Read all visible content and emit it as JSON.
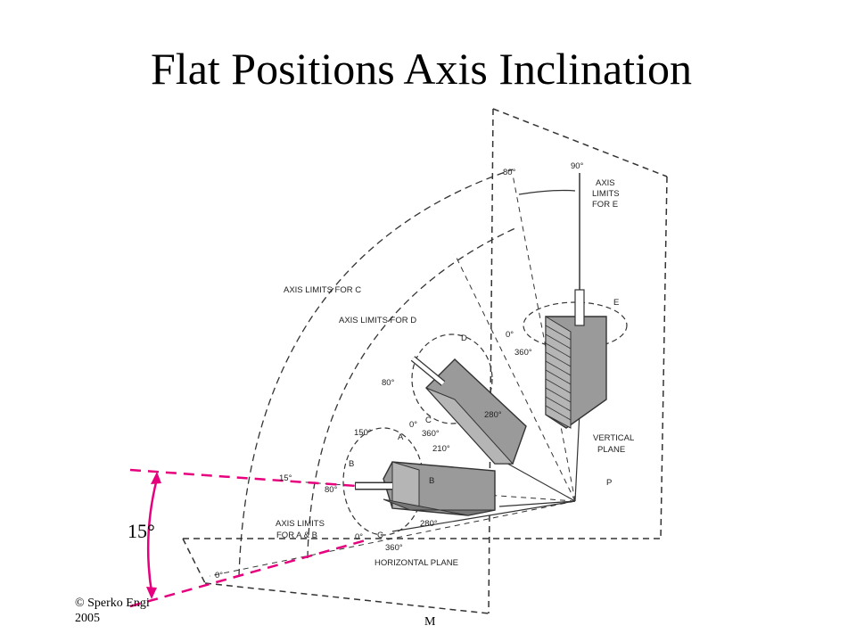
{
  "slide": {
    "title": "Flat Positions Axis Inclination",
    "footer_line1": "© Sperko Engi",
    "footer_line2": "2005",
    "footer_mid": "M"
  },
  "colors": {
    "accent": "#e6007e",
    "ink": "#333333",
    "fill": "#9a9a9a"
  },
  "diagram": {
    "deg_80_top": "80°",
    "deg_90_top": "90°",
    "axis_limits_e": [
      "AXIS",
      "LIMITS",
      "FOR E"
    ],
    "axis_limits_c": "AXIS LIMITS FOR C",
    "axis_limits_d": "AXIS LIMITS FOR D",
    "label_e": "E",
    "e_0": "0°",
    "e_360": "360°",
    "label_d": "D",
    "d_80": "80°",
    "d_280": "280°",
    "d_0": "0°",
    "d_c": "C",
    "d_360": "360°",
    "d_210": "210°",
    "vertical_plane": [
      "VERTICAL",
      "PLANE"
    ],
    "label_p": "P",
    "deg_150": "150°",
    "label_a": "A",
    "label_b_left": "B",
    "label_b_right": "B",
    "deg_15": "15°",
    "ab_80": "80°",
    "axis_limits_ab": [
      "AXIS LIMITS",
      "FOR A & B"
    ],
    "ab_0": "0°",
    "ab_c": "C",
    "ab_360": "360°",
    "ab_280": "280°",
    "horizontal_plane": "HORIZONTAL PLANE",
    "bottom_0": "0°",
    "inclination_angle": "15°"
  }
}
